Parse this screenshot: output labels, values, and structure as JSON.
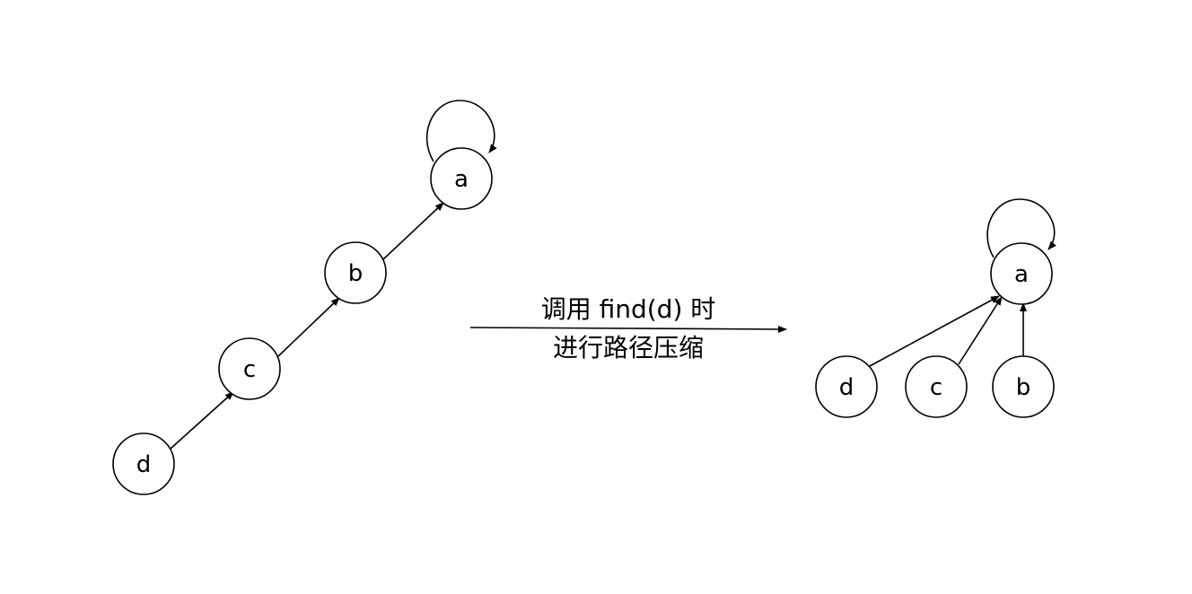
{
  "diagram": {
    "caption_line1": "调用 find(d) 时",
    "caption_line2": "进行路径压缩",
    "before": {
      "nodes": [
        "a",
        "b",
        "c",
        "d"
      ],
      "edges": [
        {
          "from": "d",
          "to": "c"
        },
        {
          "from": "c",
          "to": "b"
        },
        {
          "from": "b",
          "to": "a"
        },
        {
          "from": "a",
          "to": "a"
        }
      ]
    },
    "after": {
      "nodes": [
        "a",
        "d",
        "c",
        "b"
      ],
      "edges": [
        {
          "from": "d",
          "to": "a"
        },
        {
          "from": "c",
          "to": "a"
        },
        {
          "from": "b",
          "to": "a"
        },
        {
          "from": "a",
          "to": "a"
        }
      ]
    }
  }
}
